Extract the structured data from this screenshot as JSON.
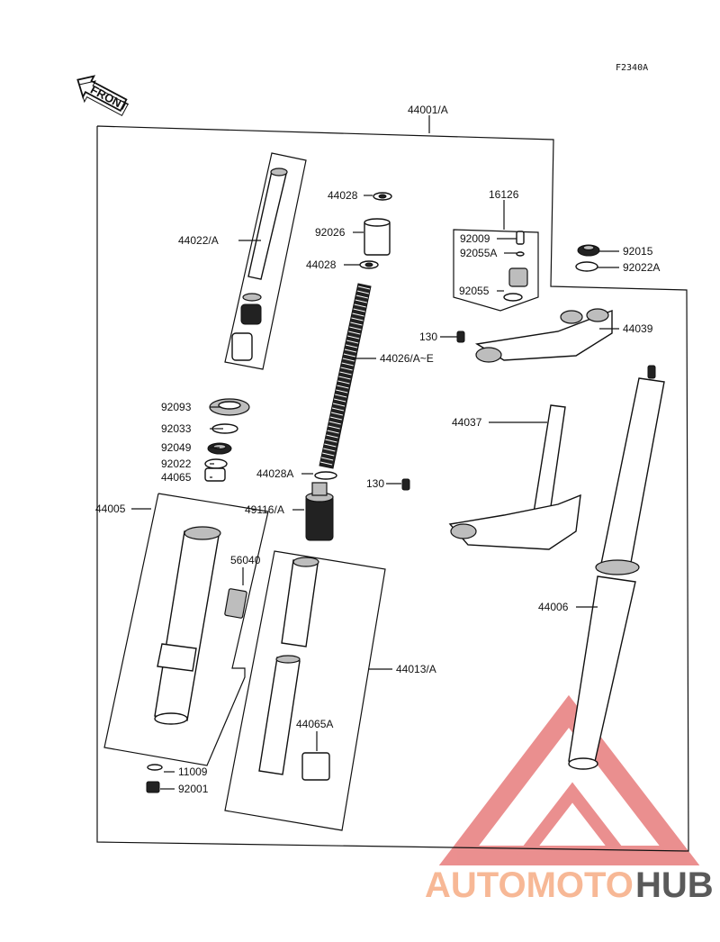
{
  "figure_code": "F2340A",
  "front_label": "FRONT",
  "watermark": {
    "part1": "AUTOMOTO",
    "part2": "HUB",
    "accent_color": "#e46a6a"
  },
  "labels": {
    "assy": "44001/A",
    "p44028_top": "44028",
    "p92026": "92026",
    "p44028_mid": "44028",
    "p44022": "44022/A",
    "p16126": "16126",
    "p92009": "92009",
    "p92055a": "92055A",
    "p92055": "92055",
    "p92015": "92015",
    "p92022a": "92022A",
    "p130_top": "130",
    "p44039": "44039",
    "p44026": "44026/A~E",
    "p92093": "92093",
    "p92033": "92033",
    "p92049": "92049",
    "p92022": "92022",
    "p44065": "44065",
    "p44028a": "44028A",
    "p44037": "44037",
    "p130_mid": "130",
    "p44005": "44005",
    "p49116": "49116/A",
    "p56040": "56040",
    "p44006": "44006",
    "p44013": "44013/A",
    "p44065a": "44065A",
    "p11009": "11009",
    "p92001": "92001"
  }
}
